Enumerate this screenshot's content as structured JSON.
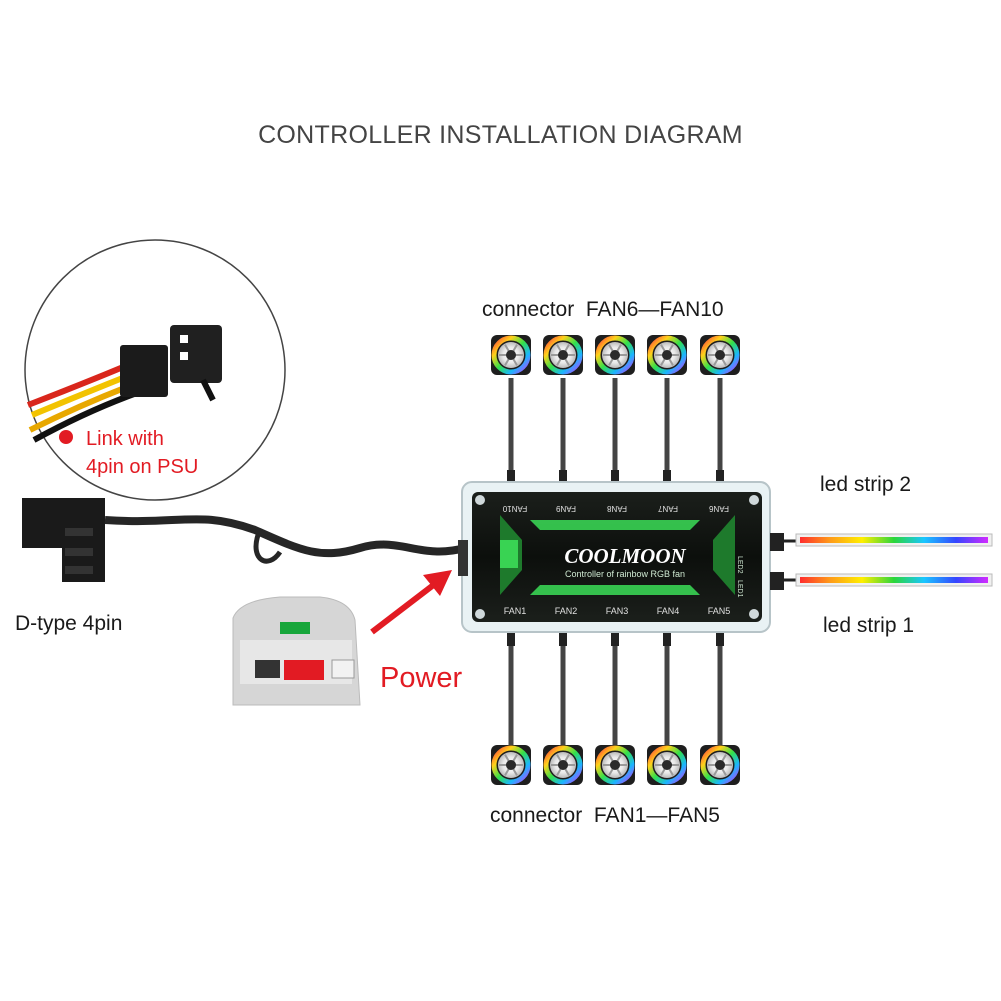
{
  "title": "CONTROLLER INSTALLATION DIAGRAM",
  "callout_psu": {
    "line1": "Link with",
    "line2": "4pin on PSU"
  },
  "dtype_label": "D-type 4pin",
  "power_label": "Power",
  "top_connector_label": "connector  FAN6—FAN10",
  "bottom_connector_label": "connector  FAN1—FAN5",
  "led_strip_2": "led strip 2",
  "led_strip_1": "led strip 1",
  "controller": {
    "brand": "COOLMOON",
    "subtitle": "Controller of rainbow RGB fan",
    "top_ports": [
      "FAN10",
      "FAN9",
      "FAN8",
      "FAN7",
      "FAN6"
    ],
    "bottom_ports": [
      "FAN1",
      "FAN2",
      "FAN3",
      "FAN4",
      "FAN5"
    ],
    "side_port_labels": [
      "LED2",
      "LED1"
    ]
  },
  "colors": {
    "accent_red": "#e21b23",
    "controller_green": "#39d353",
    "cable": "#2a2a2a"
  }
}
